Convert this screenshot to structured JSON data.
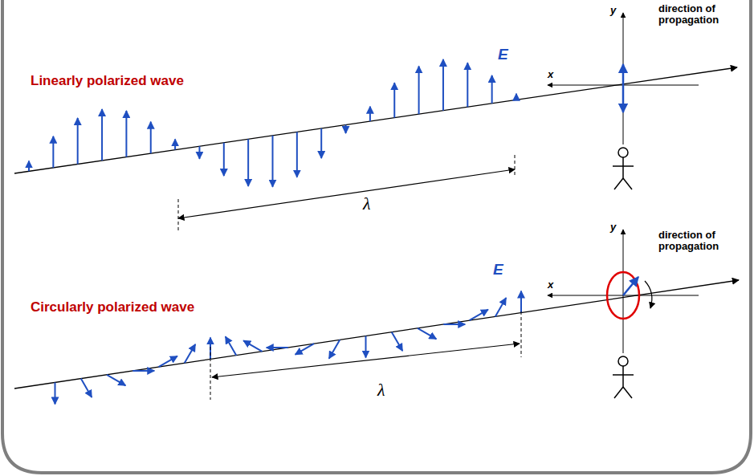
{
  "diagram": {
    "labels": [
      "Linearly polarized wave",
      "E",
      "y",
      "x",
      "direction of propagation",
      "λ",
      "Circularly polarized wave",
      "E",
      "y",
      "x",
      "direction of propagation",
      "λ"
    ]
  }
}
